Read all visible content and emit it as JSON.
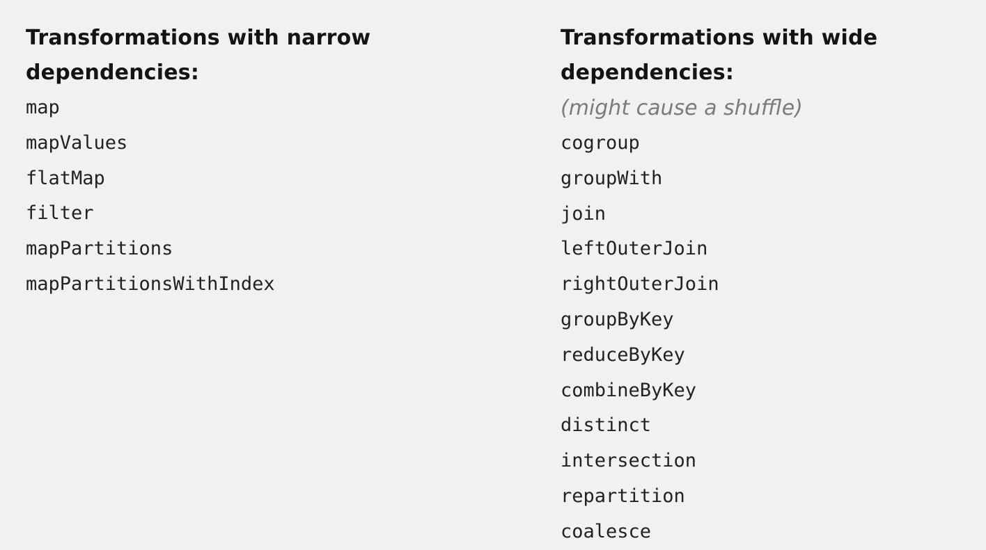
{
  "narrow": {
    "heading_line1": "Transformations with narrow",
    "heading_line2": "dependencies:",
    "items": [
      "map",
      "mapValues",
      "flatMap",
      "filter",
      "mapPartitions",
      "mapPartitionsWithIndex"
    ]
  },
  "wide": {
    "heading_line1": "Transformations with wide",
    "heading_line2": "dependencies:",
    "note": "(might cause a shuffle)",
    "items": [
      "cogroup",
      "groupWith",
      "join",
      "leftOuterJoin",
      "rightOuterJoin",
      "groupByKey",
      "reduceByKey",
      "combineByKey",
      "distinct",
      "intersection",
      "repartition",
      "coalesce"
    ]
  }
}
